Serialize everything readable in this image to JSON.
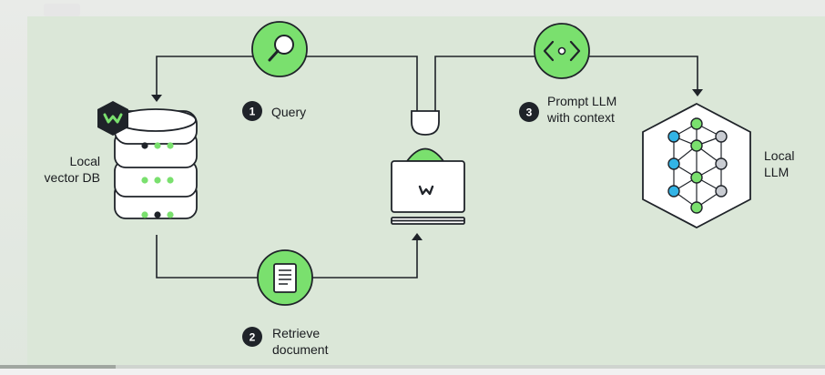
{
  "diagram": {
    "steps": [
      {
        "number": "1",
        "label": "Query"
      },
      {
        "number": "2",
        "label_line1": "Retrieve",
        "label_line2": "document"
      },
      {
        "number": "3",
        "label_line1": "Prompt LLM",
        "label_line2": "with context"
      }
    ],
    "nodes": {
      "vector_db": {
        "line1": "Local",
        "line2": "vector DB"
      },
      "llm": {
        "line1": "Local",
        "line2": "LLM"
      }
    },
    "colors": {
      "accent_green": "#7ae06e",
      "dark": "#1f2329",
      "panel_bg": "#dbe7d8",
      "node_blue": "#32b4e6",
      "node_gray": "#c9ccd2"
    },
    "icons": [
      "search-icon",
      "document-icon",
      "code-icon",
      "database-icon",
      "laptop-icon",
      "neural-network-icon",
      "weaviate-logo-icon"
    ]
  },
  "video": {
    "progress": 0.14
  }
}
